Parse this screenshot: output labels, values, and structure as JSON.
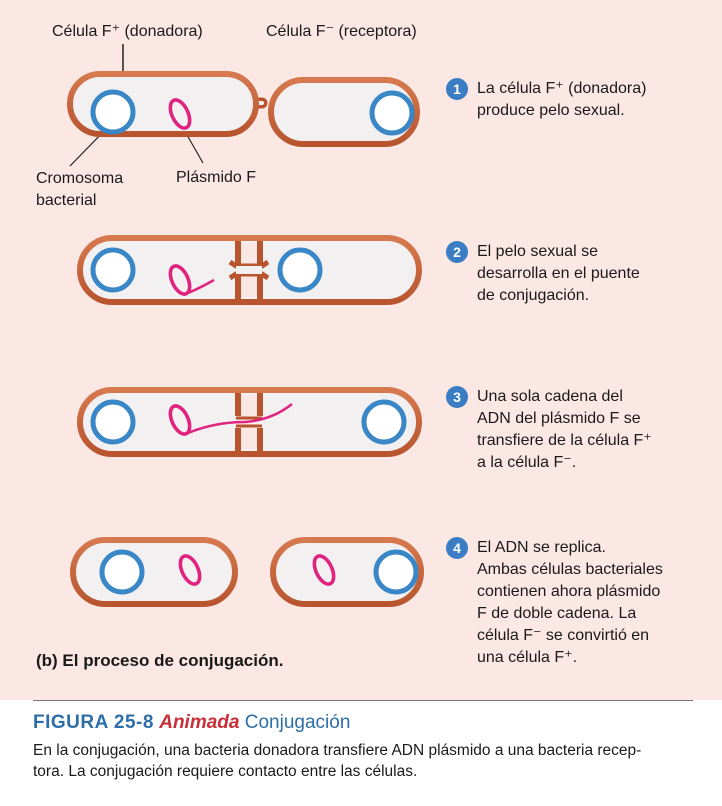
{
  "labels": {
    "donor_cell": "Célula F⁺ (donadora)",
    "recipient_cell": "Célula F⁻ (receptora)",
    "chromosome": "Cromosoma\nbacterial",
    "plasmid": "Plásmido F"
  },
  "steps": [
    {
      "num": "1",
      "text": "La célula F⁺ (donadora)\nproduce pelo sexual."
    },
    {
      "num": "2",
      "text": "El pelo sexual se\ndesarrolla en el puente\nde conjugación."
    },
    {
      "num": "3",
      "text": "Una sola cadena del\nADN del plásmido F se\ntransfiere de la célula F⁺\na la célula F⁻."
    },
    {
      "num": "4",
      "text": "El ADN se replica.\nAmbas células bacteriales\ncontienen ahora plásmido\nF de doble cadena. La\ncélula F⁻ se convirtió en\nuna célula F⁺."
    }
  ],
  "subcaption": "(b) El proceso de conjugación.",
  "figure": {
    "number": "FIGURA 25-8",
    "animated": "Animada",
    "title": "Conjugación",
    "caption": "En la conjugación, una bacteria donadora transfiere ADN plásmido a una bacteria recep-\ntora. La conjugación requiere contacto entre las células."
  },
  "colors": {
    "panel_bg": "#fbe7e3",
    "cell_wall": "#c9633a",
    "cell_fill": "#f2f0f1",
    "chromosome": "#3a87c8",
    "plasmid": "#e0237f",
    "badge": "#3a7dc2"
  }
}
